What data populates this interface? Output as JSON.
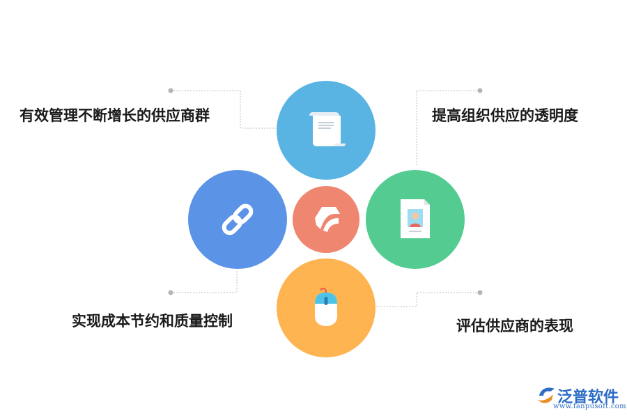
{
  "labels": {
    "top_left": "有效管理不断增长的供应商群",
    "top_right": "提高组织供应的透明度",
    "bottom_left": "实现成本节约和质量控制",
    "bottom_right": "评估供应商的表现"
  },
  "icons": {
    "top": "scroll-document-icon",
    "left": "chain-link-icon",
    "center": "brand-mark-icon",
    "right": "id-card-icon",
    "bottom": "mouse-icon"
  },
  "colors": {
    "top": "#5ab4e3",
    "left": "#5b93e6",
    "center": "#ef8670",
    "right": "#54cc91",
    "bottom": "#fdb451",
    "connector": "#bbbbbb"
  },
  "brand": {
    "name": "泛普软件",
    "url": "www.fanpusoft.com",
    "color": "#2b6cc4"
  }
}
